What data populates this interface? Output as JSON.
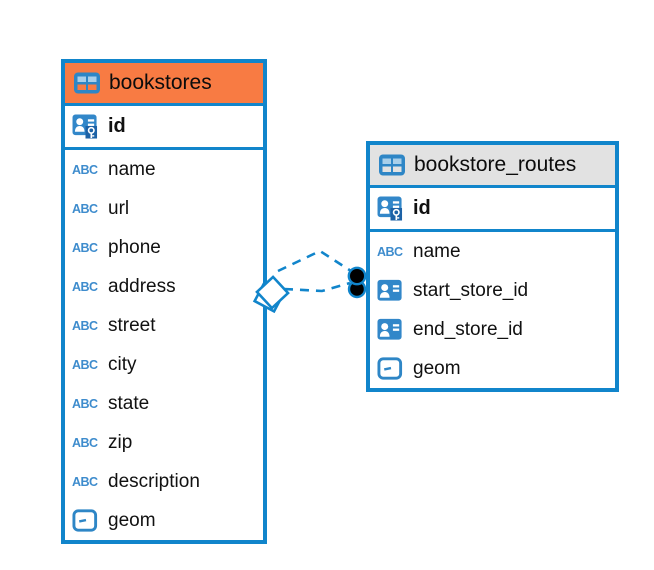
{
  "diagram": {
    "colors": {
      "border_blue": "#1185cb",
      "icon_blue": "#3287c9",
      "bookstores_header_orange": "#f87b43",
      "routes_header_gray": "#e2e2e2",
      "relationship_line": "#1185cb"
    },
    "icon_glyphs": {
      "text": "ABC"
    },
    "tables": [
      {
        "name": "bookstores",
        "header_color": "#f87b43",
        "key_field": {
          "label": "id",
          "icon": "primary-key"
        },
        "fields": [
          {
            "label": "name",
            "icon": "text"
          },
          {
            "label": "url",
            "icon": "text"
          },
          {
            "label": "phone",
            "icon": "text"
          },
          {
            "label": "address",
            "icon": "text"
          },
          {
            "label": "street",
            "icon": "text"
          },
          {
            "label": "city",
            "icon": "text"
          },
          {
            "label": "state",
            "icon": "text"
          },
          {
            "label": "zip",
            "icon": "text"
          },
          {
            "label": "description",
            "icon": "text"
          },
          {
            "label": "geom",
            "icon": "object"
          }
        ]
      },
      {
        "name": "bookstore_routes",
        "header_color": "#e2e2e2",
        "key_field": {
          "label": "id",
          "icon": "primary-key"
        },
        "fields": [
          {
            "label": "name",
            "icon": "text"
          },
          {
            "label": "start_store_id",
            "icon": "foreign-key"
          },
          {
            "label": "end_store_id",
            "icon": "foreign-key"
          },
          {
            "label": "geom",
            "icon": "object"
          }
        ]
      }
    ],
    "relationship": {
      "style": "dashed",
      "line_count": 2,
      "source_marker": "diamond",
      "target_marker": "filled-dot",
      "between": [
        "bookstores",
        "bookstore_routes"
      ]
    }
  }
}
